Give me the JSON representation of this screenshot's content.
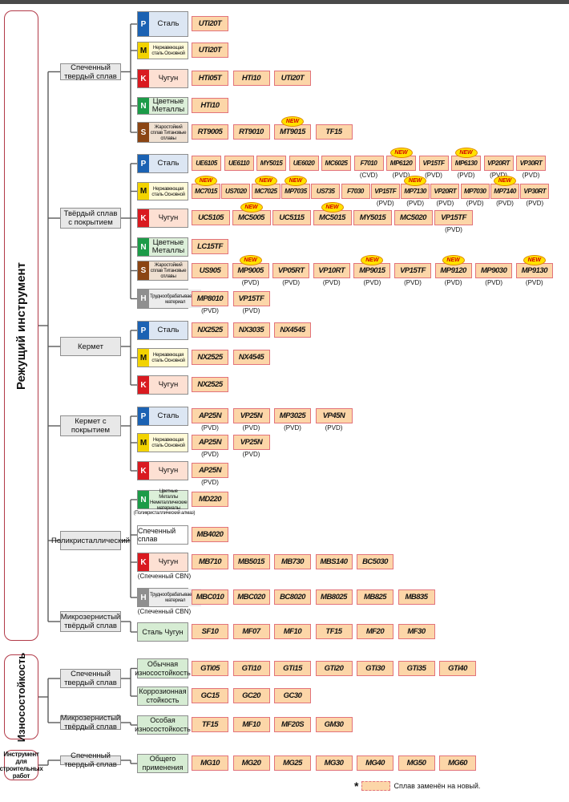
{
  "colors": {
    "P": "#1b62b3",
    "M": "#f2d300",
    "K": "#d91a20",
    "N": "#1c9b48",
    "S": "#8b4513",
    "H": "#8f8f8f",
    "grade_fill": "#fcd6a8",
    "grade_border": "#e2737b",
    "group_fill": "#e8e8e8",
    "green_fill": "#d6ecd3"
  },
  "badge_text": "NEW",
  "footnote": {
    "marker": "*",
    "text": "Сплав заменён на новый."
  },
  "sections": [
    {
      "title": "Режущий инструмент",
      "groups": [
        {
          "label": "Спеченный твердый сплав",
          "materials": [
            {
              "letter": "P",
              "label": "Сталь",
              "fill": "#dce6f3",
              "grades": [
                {
                  "n": "UTi20T"
                }
              ]
            },
            {
              "letter": "M",
              "label": "Нержавеющая сталь Основной",
              "fill": "#fffad9",
              "grades": [
                {
                  "n": "UTi20T"
                }
              ]
            },
            {
              "letter": "K",
              "label": "Чугун",
              "fill": "#fde0d3",
              "grades": [
                {
                  "n": "HTi05T"
                },
                {
                  "n": "HTi10"
                },
                {
                  "n": "UTi20T"
                }
              ]
            },
            {
              "letter": "N",
              "label": "Цветные Металлы",
              "fill": "#dcefd9",
              "grades": [
                {
                  "n": "HTi10"
                }
              ]
            },
            {
              "letter": "S",
              "label": "Жаростойкий сплав Титановые сплавы",
              "fill": "#efe0d1",
              "grades": [
                {
                  "n": "RT9005"
                },
                {
                  "n": "RT9010"
                },
                {
                  "n": "MT9015",
                  "new": true
                },
                {
                  "n": "TF15"
                }
              ]
            }
          ]
        },
        {
          "label": "Твёрдый сплав с покрытием",
          "materials": [
            {
              "letter": "P",
              "label": "Сталь",
              "fill": "#dce6f3",
              "grades": [
                {
                  "n": "UE6105"
                },
                {
                  "n": "UE6110"
                },
                {
                  "n": "MY5015"
                },
                {
                  "n": "UE6020"
                },
                {
                  "n": "MC6025"
                },
                {
                  "n": "F7010",
                  "c": "(CVD)"
                },
                {
                  "n": "MP6120",
                  "new": true,
                  "c": "(PVD)"
                },
                {
                  "n": "VP15TF",
                  "c": "(PVD)"
                },
                {
                  "n": "MP6130",
                  "new": true,
                  "c": "(PVD)"
                },
                {
                  "n": "VP20RT",
                  "c": "(PVD)"
                },
                {
                  "n": "VP30RT",
                  "c": "(PVD)"
                }
              ]
            },
            {
              "letter": "M",
              "label": "Нержавеющая сталь Основной",
              "fill": "#fffad9",
              "grades": [
                {
                  "n": "MC7015",
                  "new": true
                },
                {
                  "n": "US7020"
                },
                {
                  "n": "MC7025",
                  "new": true
                },
                {
                  "n": "MP7035",
                  "new": true
                },
                {
                  "n": "US735"
                },
                {
                  "n": "F7030"
                },
                {
                  "n": "VP15TF",
                  "c": "(PVD)"
                },
                {
                  "n": "MP7130",
                  "new": true,
                  "c": "(PVD)"
                },
                {
                  "n": "VP20RT",
                  "c": "(PVD)"
                },
                {
                  "n": "MP7030",
                  "c": "(PVD)"
                },
                {
                  "n": "MP7140",
                  "new": true,
                  "c": "(PVD)"
                },
                {
                  "n": "VP30RT",
                  "c": "(PVD)"
                }
              ]
            },
            {
              "letter": "K",
              "label": "Чугун",
              "fill": "#fde0d3",
              "grades": [
                {
                  "n": "UC5105"
                },
                {
                  "n": "MC5005",
                  "new": true
                },
                {
                  "n": "UC5115"
                },
                {
                  "n": "MC5015",
                  "new": true
                },
                {
                  "n": "MY5015"
                },
                {
                  "n": "MC5020"
                },
                {
                  "n": "VP15TF",
                  "c": "(PVD)"
                }
              ]
            },
            {
              "letter": "N",
              "label": "Цветные Металлы",
              "fill": "#dcefd9",
              "grades": [
                {
                  "n": "LC15TF"
                }
              ]
            },
            {
              "letter": "S",
              "label": "Жаростойкий сплав Титановые сплавы",
              "fill": "#efe0d1",
              "grades": [
                {
                  "n": "US905"
                },
                {
                  "n": "MP9005",
                  "new": true,
                  "c": "(PVD)"
                },
                {
                  "n": "VP05RT",
                  "c": "(PVD)"
                },
                {
                  "n": "VP10RT",
                  "c": "(PVD)"
                },
                {
                  "n": "MP9015",
                  "new": true,
                  "c": "(PVD)"
                },
                {
                  "n": "VP15TF",
                  "c": "(PVD)"
                },
                {
                  "n": "MP9120",
                  "new": true,
                  "c": "(PVD)"
                },
                {
                  "n": "MP9030",
                  "c": "(PVD)"
                },
                {
                  "n": "MP9130",
                  "new": true,
                  "c": "(PVD)"
                }
              ]
            },
            {
              "letter": "H",
              "label": "Труднообрабатываемый материал",
              "fill": "#ececec",
              "grades": [
                {
                  "n": "MP8010",
                  "c": "(PVD)"
                },
                {
                  "n": "VP15TF",
                  "c": "(PVD)"
                }
              ]
            }
          ]
        },
        {
          "label": "Кермет",
          "materials": [
            {
              "letter": "P",
              "label": "Сталь",
              "fill": "#dce6f3",
              "grades": [
                {
                  "n": "NX2525"
                },
                {
                  "n": "NX3035"
                },
                {
                  "n": "NX4545"
                }
              ]
            },
            {
              "letter": "M",
              "label": "Нержавеющая сталь Основной",
              "fill": "#fffad9",
              "grades": [
                {
                  "n": "NX2525"
                },
                {
                  "n": "NX4545"
                }
              ]
            },
            {
              "letter": "K",
              "label": "Чугун",
              "fill": "#fde0d3",
              "grades": [
                {
                  "n": "NX2525"
                }
              ]
            }
          ]
        },
        {
          "label": "Кермет с покрытием",
          "materials": [
            {
              "letter": "P",
              "label": "Сталь",
              "fill": "#dce6f3",
              "grades": [
                {
                  "n": "AP25N",
                  "c": "(PVD)"
                },
                {
                  "n": "VP25N",
                  "c": "(PVD)"
                },
                {
                  "n": "MP3025",
                  "c": "(PVD)"
                },
                {
                  "n": "VP45N",
                  "c": "(PVD)"
                }
              ]
            },
            {
              "letter": "M",
              "label": "Нержавеющая сталь Основной",
              "fill": "#fffad9",
              "grades": [
                {
                  "n": "AP25N",
                  "c": "(PVD)"
                },
                {
                  "n": "VP25N",
                  "c": "(PVD)"
                }
              ]
            },
            {
              "letter": "K",
              "label": "Чугун",
              "fill": "#fde0d3",
              "grades": [
                {
                  "n": "AP25N",
                  "c": "(PVD)"
                }
              ]
            }
          ]
        },
        {
          "label": "Поликристаллический",
          "materials": [
            {
              "letter": "N",
              "label": "Цветные Металлы Неметаллические материалы",
              "fill": "#dcefd9",
              "sub": "(Поликристаллический алмаз)",
              "grades": [
                {
                  "n": "MD220"
                }
              ]
            },
            {
              "letter": "",
              "label": "Спеченный сплав",
              "fill": "#ffffff",
              "grades": [
                {
                  "n": "MB4020"
                }
              ]
            },
            {
              "letter": "K",
              "label": "Чугун",
              "fill": "#fde0d3",
              "sub": "(Спеченный CBN)",
              "grades": [
                {
                  "n": "MB710"
                },
                {
                  "n": "MB5015"
                },
                {
                  "n": "MB730"
                },
                {
                  "n": "MBS140"
                },
                {
                  "n": "BC5030"
                }
              ]
            },
            {
              "letter": "H",
              "label": "Труднообрабатываемый материал",
              "fill": "#ececec",
              "sub": "(Спеченный CBN)",
              "grades": [
                {
                  "n": "MBC010"
                },
                {
                  "n": "MBC020"
                },
                {
                  "n": "BC8020"
                },
                {
                  "n": "MB8025"
                },
                {
                  "n": "MB825"
                },
                {
                  "n": "MB835"
                }
              ]
            }
          ]
        },
        {
          "label": "Микрозернистый твёрдый сплав",
          "materials": [
            {
              "letter": "",
              "label": "Сталь Чугун",
              "fill": "#d6ecd3",
              "grades": [
                {
                  "n": "SF10"
                },
                {
                  "n": "MF07"
                },
                {
                  "n": "MF10"
                },
                {
                  "n": "TF15"
                },
                {
                  "n": "MF20"
                },
                {
                  "n": "MF30"
                }
              ]
            }
          ]
        }
      ]
    },
    {
      "title": "Износостойкость",
      "groups": [
        {
          "label": "Спеченный твердый сплав",
          "materials": [
            {
              "letter": "",
              "label": "Обычная износостойкость",
              "fill": "#d6ecd3",
              "grades": [
                {
                  "n": "GTi05"
                },
                {
                  "n": "GTi10"
                },
                {
                  "n": "GTi15"
                },
                {
                  "n": "GTi20"
                },
                {
                  "n": "GTi30"
                },
                {
                  "n": "GTi35"
                },
                {
                  "n": "GTi40"
                }
              ]
            },
            {
              "letter": "",
              "label": "Коррозионная стойкость",
              "fill": "#d6ecd3",
              "grades": [
                {
                  "n": "GC15"
                },
                {
                  "n": "GC20"
                },
                {
                  "n": "GC30"
                }
              ]
            }
          ]
        },
        {
          "label": "Микрозернистый твёрдый сплав",
          "materials": [
            {
              "letter": "",
              "label": "Особая износостойкость",
              "fill": "#d6ecd3",
              "grades": [
                {
                  "n": "TF15"
                },
                {
                  "n": "MF10"
                },
                {
                  "n": "MF20S"
                },
                {
                  "n": "GM30"
                }
              ]
            }
          ]
        }
      ]
    },
    {
      "title": "Инструмент для строительных работ",
      "groups": [
        {
          "label": "Спеченный твердый сплав",
          "materials": [
            {
              "letter": "",
              "label": "Общего применения",
              "fill": "#d6ecd3",
              "grades": [
                {
                  "n": "MG10"
                },
                {
                  "n": "MG20"
                },
                {
                  "n": "MG25"
                },
                {
                  "n": "MG30"
                },
                {
                  "n": "MG40"
                },
                {
                  "n": "MG50"
                },
                {
                  "n": "MG60"
                }
              ]
            }
          ]
        }
      ]
    }
  ]
}
